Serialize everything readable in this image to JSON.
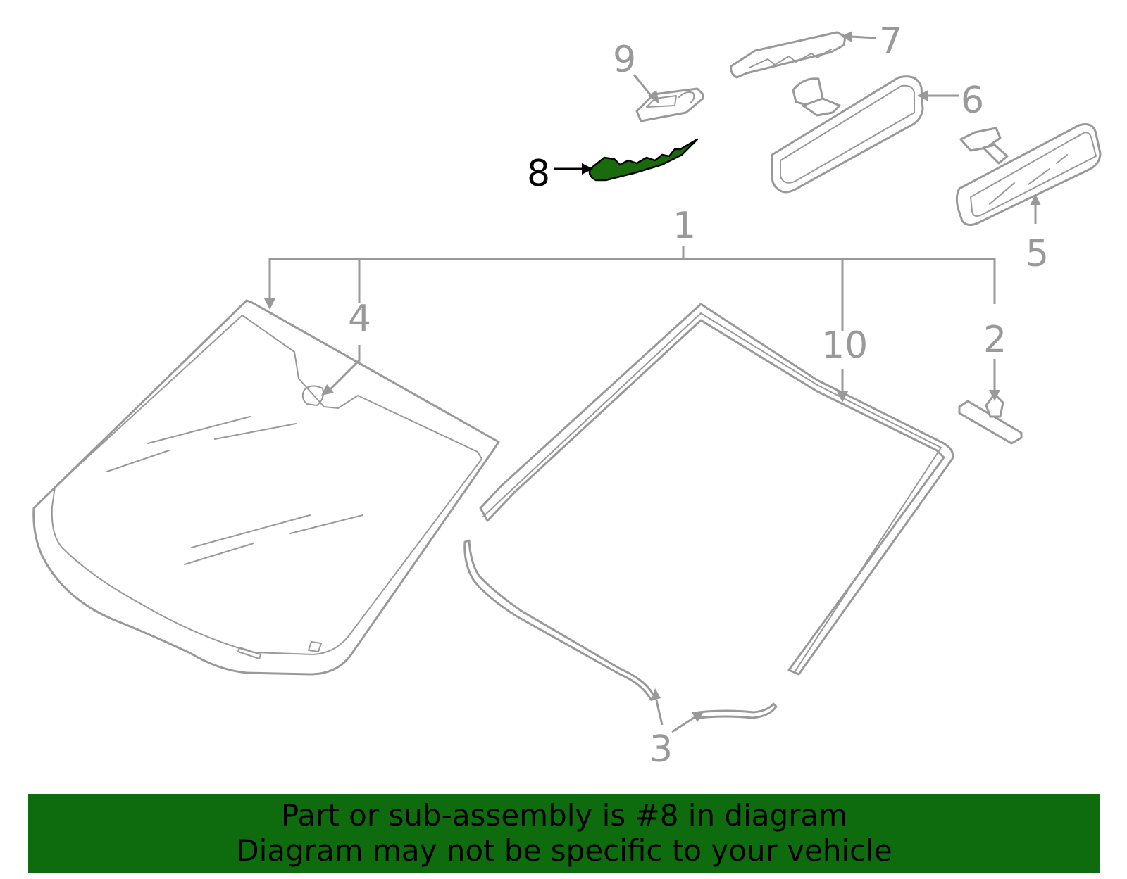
{
  "diagram": {
    "callouts": {
      "c1": "1",
      "c2": "2",
      "c3": "3",
      "c4": "4",
      "c5": "5",
      "c6": "6",
      "c7": "7",
      "c8": "8",
      "c9": "9",
      "c10": "10"
    },
    "highlighted_part": "8",
    "highlight_color": "#1a6b0e",
    "line_color": "#999999"
  },
  "banner": {
    "line1": "Part or sub-assembly is #8 in diagram",
    "line2": "Diagram may not be specific to your vehicle",
    "background": "#0e6b0e"
  }
}
